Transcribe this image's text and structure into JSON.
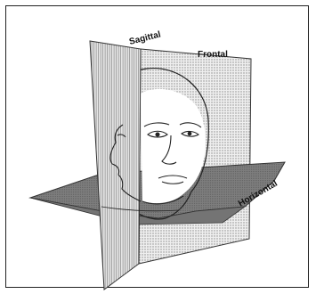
{
  "labels": {
    "sagittal": "Sagittal",
    "frontal": "Frontal",
    "horizontal": "Horizontal"
  }
}
